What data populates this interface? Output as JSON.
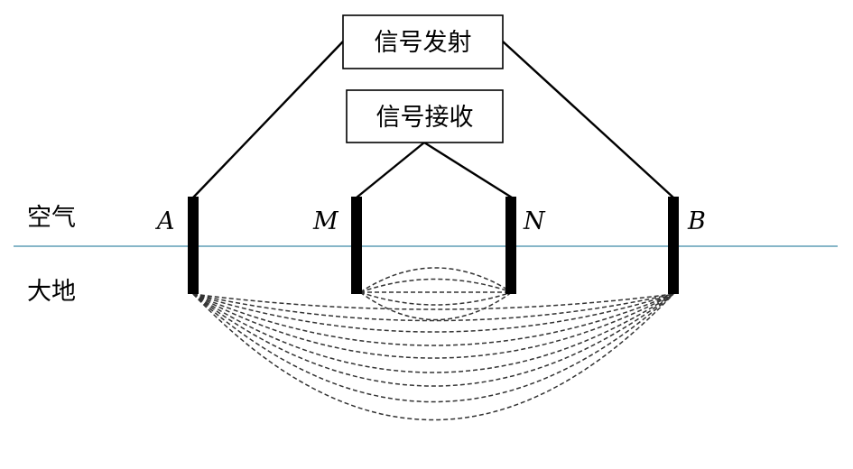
{
  "boxes": {
    "transmit": "信号发射",
    "receive": "信号接收"
  },
  "regions": {
    "air": "空气",
    "ground": "大地"
  },
  "electrodes": {
    "a": "A",
    "m": "M",
    "n": "N",
    "b": "B"
  },
  "colors": {
    "surface_line": "#3f8aa6",
    "ink": "#000000"
  }
}
